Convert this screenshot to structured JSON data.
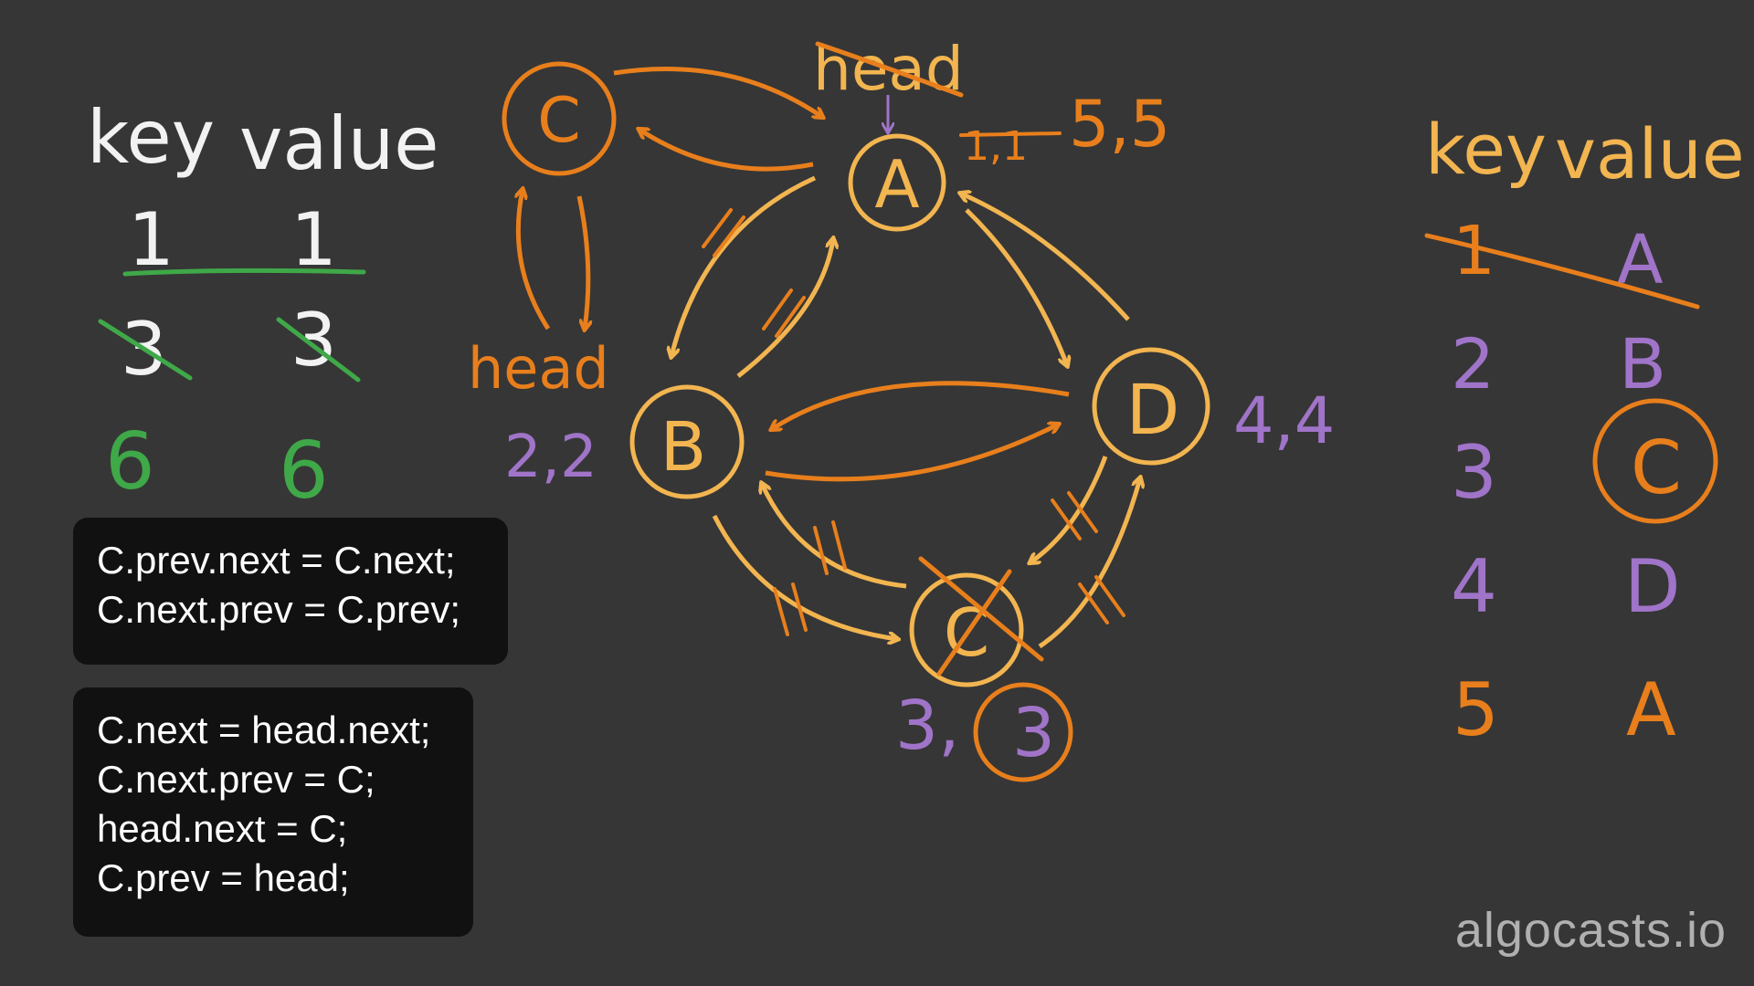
{
  "colors": {
    "background": "#363636",
    "orange": "#E87F1C",
    "yellow": "#F2B550",
    "purple": "#A074C8",
    "green": "#3FA848",
    "white": "#F2F2F2",
    "code_bg": "#111111"
  },
  "left_table": {
    "header_key": "key",
    "header_value": "value",
    "rows": [
      {
        "key": "1",
        "value": "1",
        "color": "white",
        "struck": false,
        "underlined": true
      },
      {
        "key": "3",
        "value": "3",
        "color": "white",
        "struck": true,
        "underlined": false
      },
      {
        "key": "6",
        "value": "6",
        "color": "green",
        "struck": false,
        "underlined": false
      }
    ]
  },
  "right_table": {
    "header_key": "key",
    "header_value": "value",
    "rows": [
      {
        "key": "1",
        "value": "A",
        "key_color": "orange",
        "value_color": "purple",
        "struck": true,
        "circled": false
      },
      {
        "key": "2",
        "value": "B",
        "key_color": "purple",
        "value_color": "purple",
        "struck": false,
        "circled": false
      },
      {
        "key": "3",
        "value": "C",
        "key_color": "purple",
        "value_color": "orange",
        "struck": false,
        "circled": true
      },
      {
        "key": "4",
        "value": "D",
        "key_color": "purple",
        "value_color": "purple",
        "struck": false,
        "circled": false
      },
      {
        "key": "5",
        "value": "A",
        "key_color": "orange",
        "value_color": "orange",
        "struck": false,
        "circled": false
      }
    ]
  },
  "diagram": {
    "nodes": [
      {
        "id": "A",
        "label": "A",
        "color": "yellow"
      },
      {
        "id": "B",
        "label": "B",
        "color": "yellow"
      },
      {
        "id": "D",
        "label": "D",
        "color": "yellow"
      },
      {
        "id": "C_old",
        "label": "C",
        "color": "yellow",
        "crossed_out": true
      },
      {
        "id": "C_new",
        "label": "C",
        "color": "orange"
      }
    ],
    "head_labels": [
      "head",
      "head"
    ],
    "annotations": {
      "A": {
        "struck": "1,1",
        "new": "5,5"
      },
      "B": "2,2",
      "D": "4,4",
      "C": {
        "prefix": "3,",
        "circled": "3"
      }
    }
  },
  "code_blocks": [
    {
      "lines": [
        "C.prev.next = C.next;",
        "C.next.prev = C.prev;"
      ]
    },
    {
      "lines": [
        "C.next = head.next;",
        "C.next.prev = C;",
        "head.next = C;",
        "C.prev = head;"
      ]
    }
  ],
  "watermark": "algocasts.io"
}
